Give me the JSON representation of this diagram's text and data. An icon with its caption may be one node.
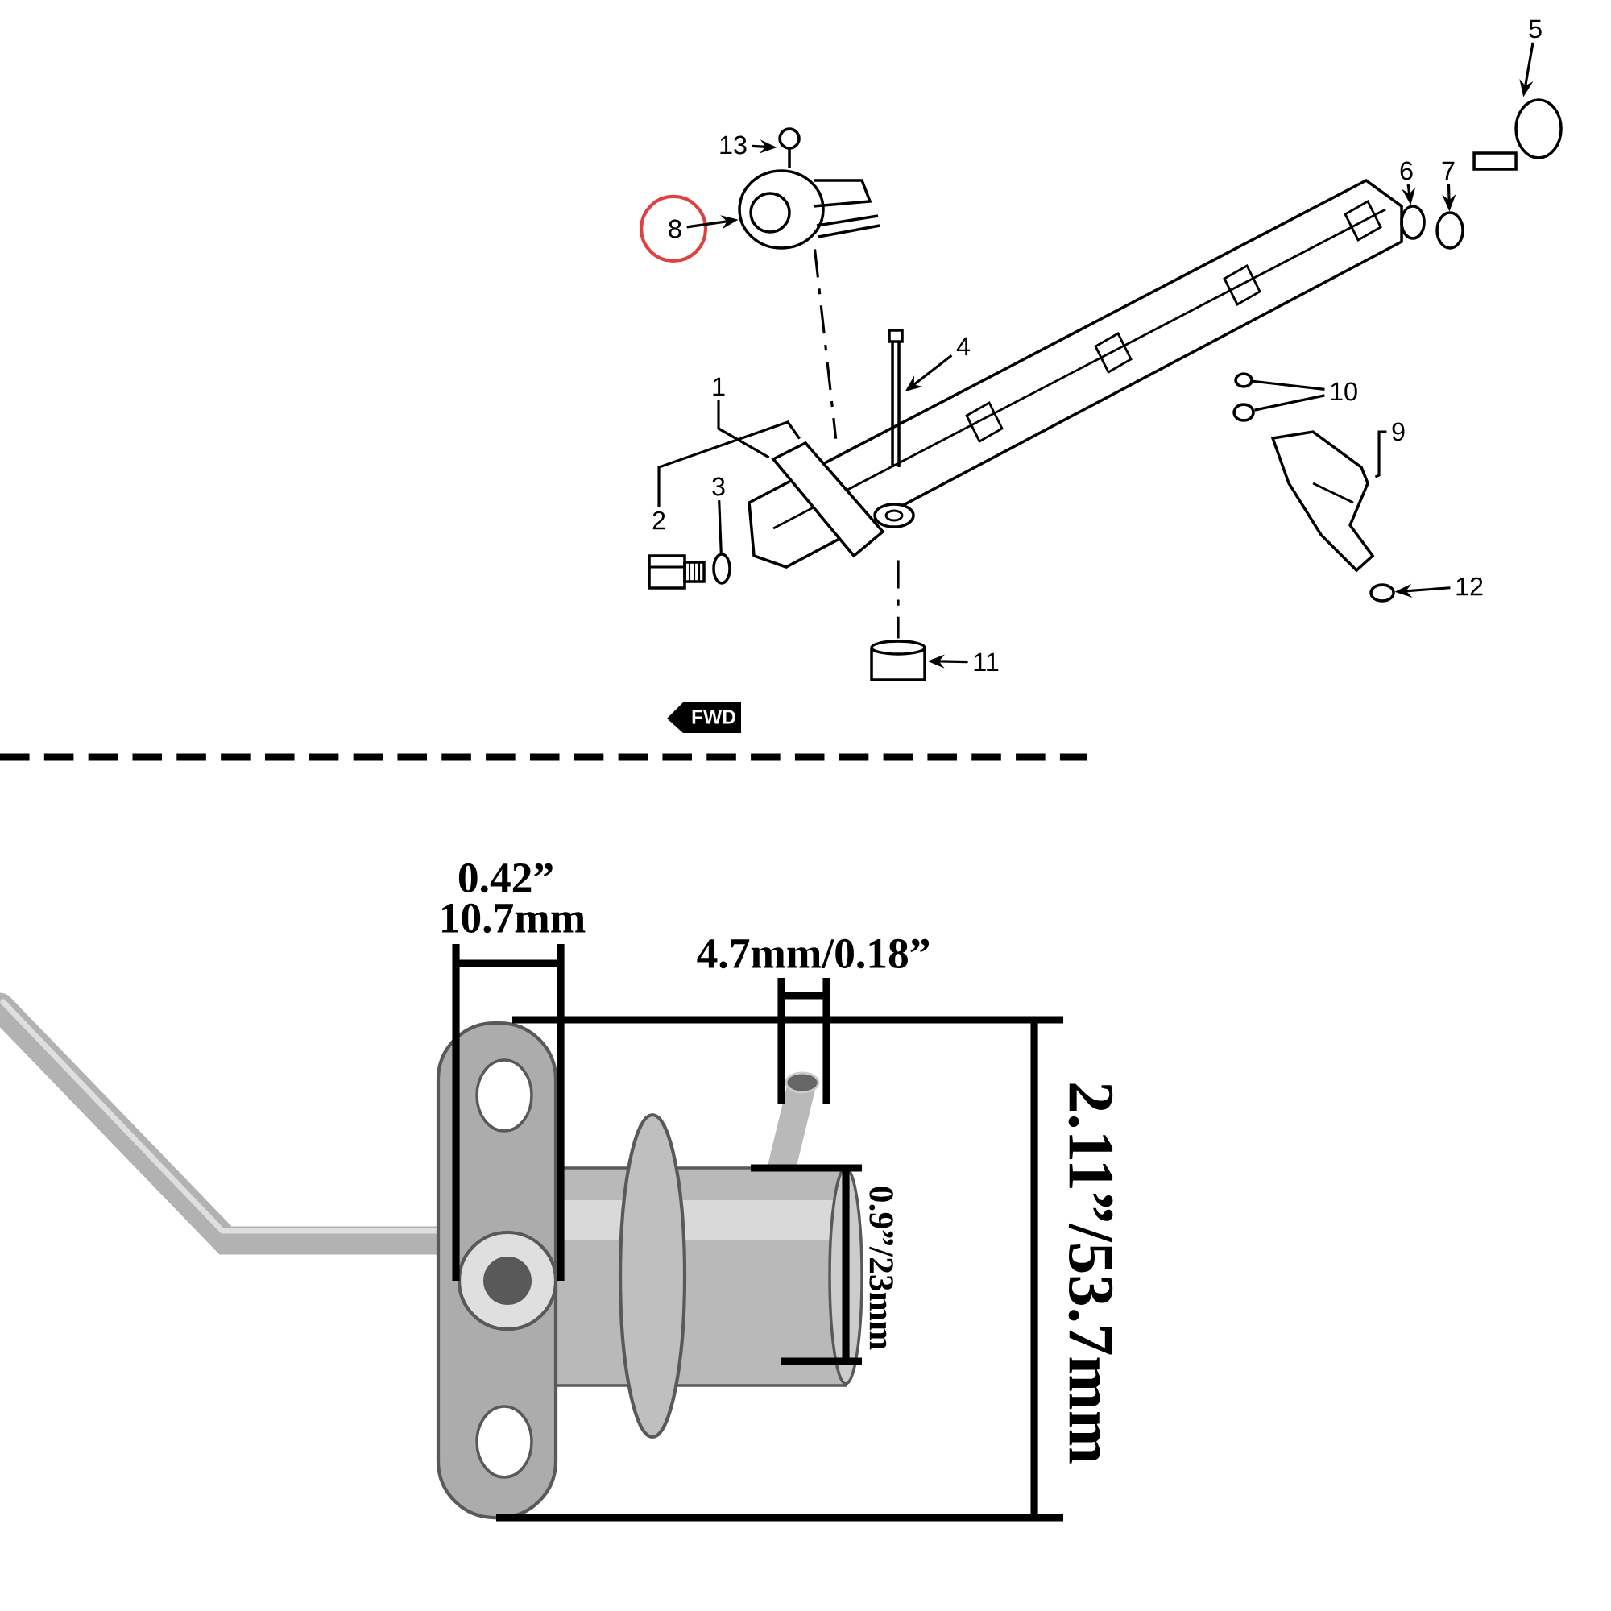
{
  "diagram": {
    "nodes": [
      {
        "text": [
          "5"
        ]
      },
      {
        "text": [
          "13"
        ]
      },
      {
        "text": [
          "6"
        ]
      },
      {
        "text": [
          "7"
        ]
      },
      {
        "text": [
          "8"
        ]
      },
      {
        "text": [
          "4"
        ]
      },
      {
        "text": [
          "1"
        ]
      },
      {
        "text": [
          "10"
        ]
      },
      {
        "text": [
          "9"
        ]
      },
      {
        "text": [
          "3"
        ]
      },
      {
        "text": [
          "2"
        ]
      },
      {
        "text": [
          "12"
        ]
      },
      {
        "text": [
          "11"
        ]
      },
      {
        "text": [],
        "shape": "picture"
      },
      {
        "text": [],
        "shape": "picture"
      },
      {
        "text": [],
        "shape": "circle"
      },
      {
        "text": [],
        "shape": "circle"
      },
      {
        "text": [],
        "shape": "picture"
      },
      {
        "text": [],
        "shape": "picture"
      },
      {
        "text": [],
        "shape": "picture"
      },
      {
        "text": [],
        "shape": "circle"
      },
      {
        "text": [],
        "shape": "circle"
      },
      {
        "text": [],
        "shape": "picture"
      },
      {
        "text": [],
        "shape": "circle"
      },
      {
        "text": [],
        "shape": "picture"
      },
      {
        "text": [],
        "shape": "circle"
      },
      {
        "text": [],
        "shape": "picture"
      }
    ],
    "edges": [
      {
        "from": 0,
        "to": 13,
        "arrow": "to"
      },
      {
        "from": 1,
        "to": 14,
        "arrow": "to"
      },
      {
        "from": 2,
        "to": 15,
        "arrow": "to"
      },
      {
        "from": 3,
        "to": 16,
        "arrow": "to"
      },
      {
        "from": 4,
        "to": 17,
        "arrow": "to"
      },
      {
        "from": 5,
        "to": 18,
        "arrow": "to"
      },
      {
        "from": 6,
        "to": 19,
        "arrow": "none"
      },
      {
        "from": 7,
        "to": 20,
        "arrow": "none"
      },
      {
        "from": 7,
        "to": 21,
        "arrow": "none"
      },
      {
        "from": 8,
        "to": 22,
        "arrow": "none"
      },
      {
        "from": 9,
        "to": 23,
        "arrow": "none"
      },
      {
        "from": 10,
        "to": 19,
        "arrow": "none"
      },
      {
        "from": 11,
        "to": 25,
        "arrow": "to"
      },
      {
        "from": 12,
        "to": 26,
        "arrow": "to"
      },
      {
        "from": 17,
        "to": 19,
        "arrow": "none",
        "style": "dashed"
      },
      {
        "from": 19,
        "to": 26,
        "arrow": "none",
        "style": "dashed"
      }
    ],
    "labels": [
      "FWD",
      "0.42”",
      "10.7mm",
      "4.7mm/0.18”",
      "0.9”/23mm",
      "2.11”/53.7mm"
    ]
  }
}
